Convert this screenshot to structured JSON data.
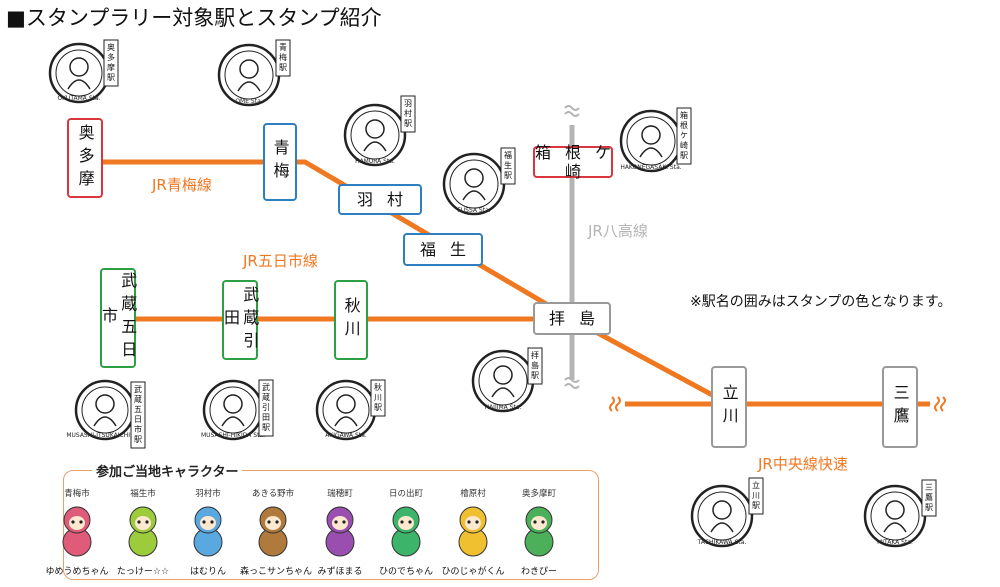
{
  "heading": "■スタンプラリー対象駅とスタンプ紹介",
  "note": "※駅名の囲みはスタンプの色となります。",
  "colors": {
    "red": "#d9363e",
    "blue": "#2d7fc1",
    "green": "#2ea043",
    "gray": "#999999",
    "ome_line": "#f07820",
    "itsukaichi_line": "#f07820",
    "hachiko_line": "#b4b4b4",
    "chuo_line": "#f07820"
  },
  "lines": {
    "ome": "JR青梅線",
    "itsukaichi": "JR五日市線",
    "hachiko": "JR八高線",
    "chuo": "JR中央線快速"
  },
  "stations": [
    {
      "id": "okutama",
      "name": "奥多摩",
      "color": "red"
    },
    {
      "id": "ome",
      "name": "青梅",
      "color": "blue"
    },
    {
      "id": "hamura",
      "name": "羽村",
      "color": "blue"
    },
    {
      "id": "fussa",
      "name": "福生",
      "color": "blue"
    },
    {
      "id": "hakonegasaki",
      "name": "箱根ケ崎",
      "color": "red"
    },
    {
      "id": "musashi_itsukaichi",
      "name": "武蔵五日市",
      "color": "green"
    },
    {
      "id": "musashi_hikida",
      "name": "武蔵引田",
      "color": "green"
    },
    {
      "id": "akigawa",
      "name": "秋川",
      "color": "green"
    },
    {
      "id": "haijima",
      "name": "拝島",
      "color": "gray"
    },
    {
      "id": "tachikawa",
      "name": "立川",
      "color": "gray"
    },
    {
      "id": "mitaka",
      "name": "三鷹",
      "color": "gray"
    }
  ],
  "stamps": [
    {
      "id": "okutama",
      "label": "奥多摩駅",
      "en": "OKUTAMA Sta."
    },
    {
      "id": "ome",
      "label": "青梅駅",
      "en": "OME Sta."
    },
    {
      "id": "hamura",
      "label": "羽村駅",
      "en": "HAMURA Sta."
    },
    {
      "id": "fussa",
      "label": "福生駅",
      "en": "FUSSA Sta."
    },
    {
      "id": "hakonegasaki",
      "label": "箱根ケ崎駅",
      "en": "HAKONEGASAKI Sta."
    },
    {
      "id": "musashi_itsukaichi",
      "label": "武蔵五日市駅",
      "en": "MUSASHI-ITSUKAICHI Sta."
    },
    {
      "id": "musashi_hikida",
      "label": "武蔵引田駅",
      "en": "MUSASHI-HIKIDA Sta."
    },
    {
      "id": "akigawa",
      "label": "秋川駅",
      "en": "AKIGAWA Sta."
    },
    {
      "id": "haijima",
      "label": "拝島駅",
      "en": "HAIJIMA Sta."
    },
    {
      "id": "tachikawa",
      "label": "立川駅",
      "en": "TACHIKAWA Sta."
    },
    {
      "id": "mitaka",
      "label": "三鷹駅",
      "en": "MITAKA Sta."
    }
  ],
  "characters": {
    "title": "参加ご当地キャラクター",
    "items": [
      {
        "city": "青梅市",
        "name": "ゆめうめちゃん",
        "color": "#e05a7a"
      },
      {
        "city": "福生市",
        "name": "たっけー☆☆",
        "color": "#9ccb3c"
      },
      {
        "city": "羽村市",
        "name": "はむりん",
        "color": "#5aa8e0"
      },
      {
        "city": "あきる野市",
        "name": "森っこサンちゃん",
        "color": "#b07a3c"
      },
      {
        "city": "瑞穂町",
        "name": "みずほまる",
        "color": "#9a4fb0"
      },
      {
        "city": "日の出町",
        "name": "ひのでちゃん",
        "color": "#3cb46a"
      },
      {
        "city": "檜原村",
        "name": "ひのじゃがくん",
        "color": "#f0c030"
      },
      {
        "city": "奥多摩町",
        "name": "わきぴー",
        "color": "#4cb05a"
      }
    ]
  }
}
